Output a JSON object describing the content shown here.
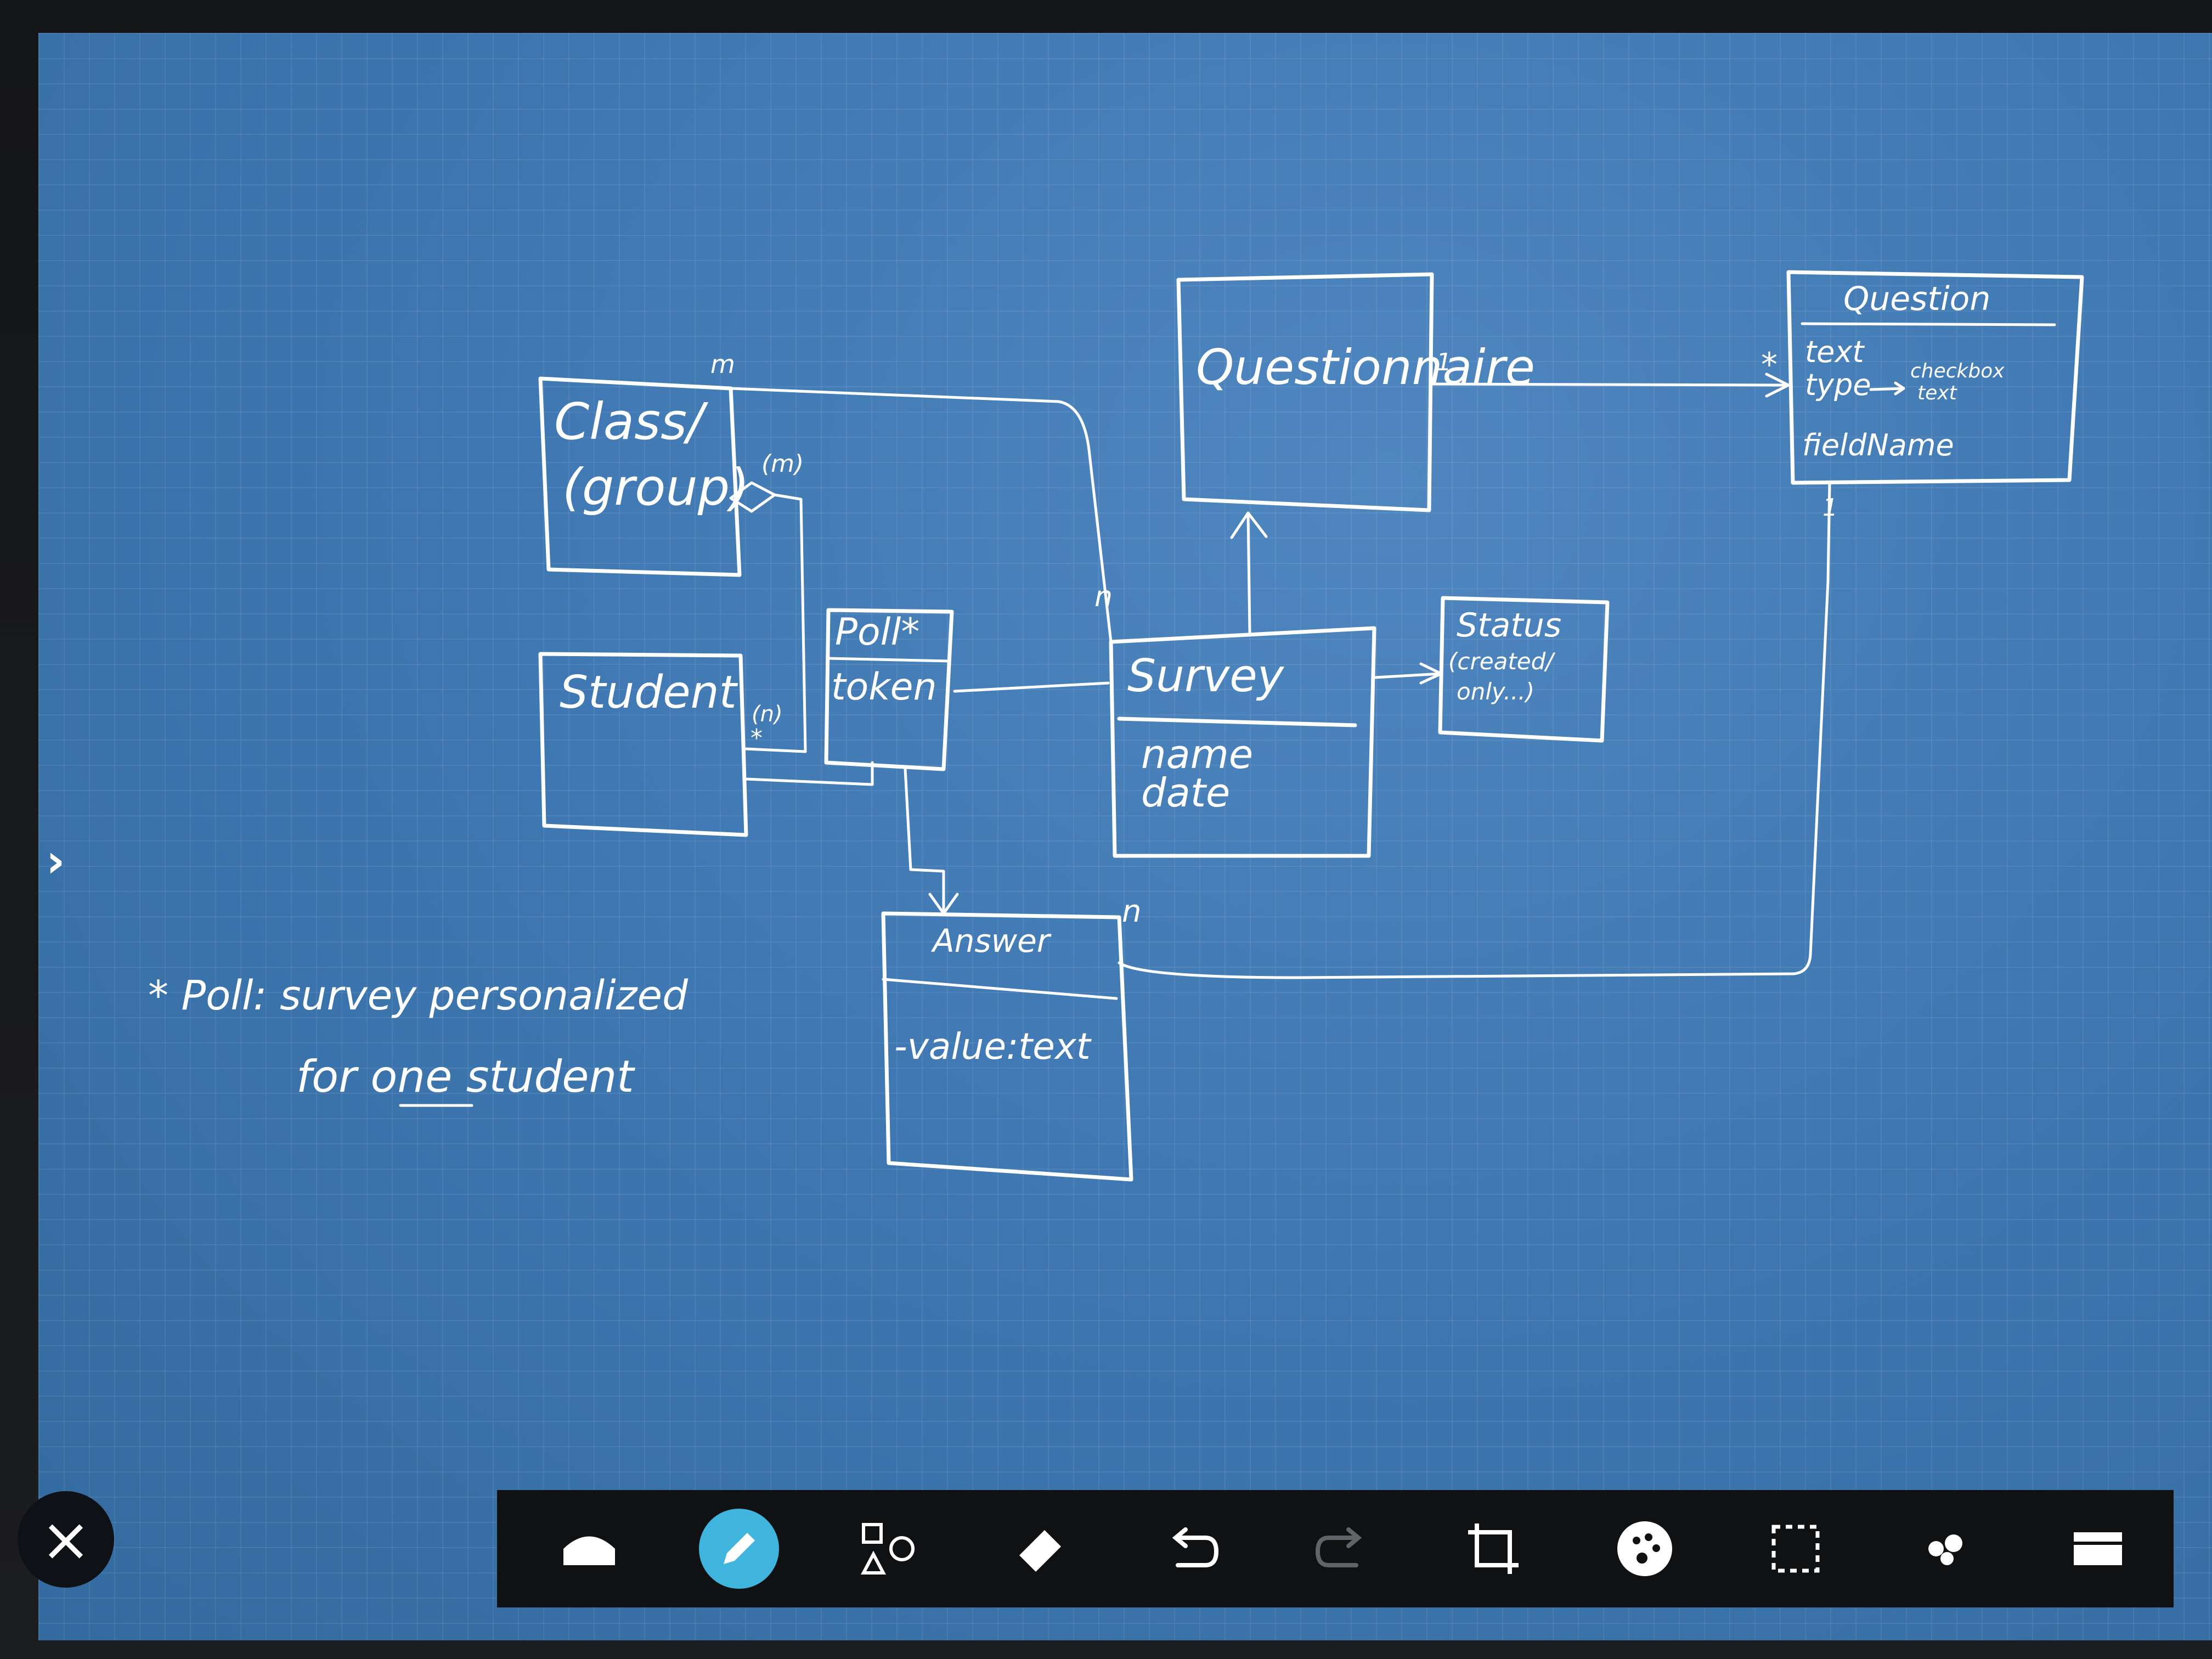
{
  "diagram": {
    "classes": {
      "class_group": {
        "name_line1": "Class/",
        "name_line2": "(group)"
      },
      "student": {
        "name": "Student"
      },
      "poll": {
        "name": "Poll*",
        "attribute": "token"
      },
      "questionnaire": {
        "name": "Questionnaire"
      },
      "question": {
        "name": "Question",
        "attr_text": "text",
        "attr_type": "type",
        "type_values_1": "checkbox",
        "type_values_2": "text",
        "attr_fieldname": "fieldName"
      },
      "survey": {
        "name": "Survey",
        "attr_name": "name",
        "attr_date": "date"
      },
      "status": {
        "name": "Status",
        "values_line1": "(created/",
        "values_line2": "only...)"
      },
      "answer": {
        "name": "Answer",
        "attribute": "-value:text"
      }
    },
    "multiplicities": {
      "class_to_survey_m": "m",
      "class_to_survey_n": "n",
      "class_student_m": "(m)",
      "class_student_n": "(n)",
      "class_student_star": "*",
      "questionnaire_1": "1",
      "question_star": "*",
      "question_1": "1",
      "answer_n": "n"
    },
    "note": {
      "line1": "* Poll: survey personalized",
      "line2": "for one student"
    }
  },
  "icons": {
    "close": "close-icon",
    "expand": "chevron-right-icon",
    "tools": [
      "eraser-pad-icon",
      "pen-icon",
      "shapes-icon",
      "eraser-icon",
      "undo-icon",
      "redo-icon",
      "crop-icon",
      "color-palette-icon",
      "select-icon",
      "more-icon",
      "menu-icon"
    ]
  },
  "colors": {
    "board": "#4480bb",
    "ink": "#ffffff",
    "active_tool": "#3fb5de",
    "toolbar": "#0f1113"
  }
}
